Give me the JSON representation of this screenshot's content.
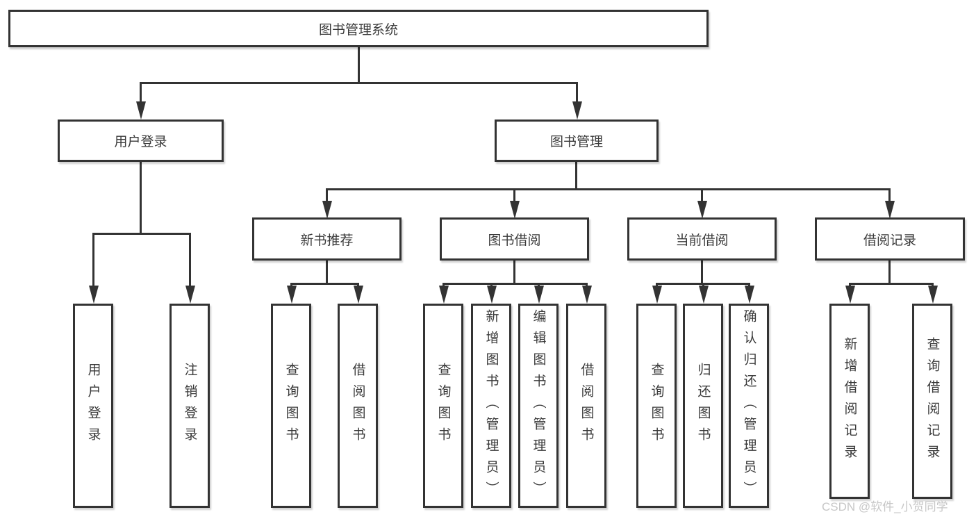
{
  "diagram": {
    "root": "图书管理系统",
    "branches": [
      {
        "label": "用户登录",
        "children": [
          "用户登录",
          "注销登录"
        ]
      },
      {
        "label": "图书管理",
        "sections": [
          {
            "label": "新书推荐",
            "children": [
              "查询图书",
              "借阅图书"
            ]
          },
          {
            "label": "图书借阅",
            "children": [
              "查询图书",
              "新增图书（管理员）",
              "编辑图书（管理员）",
              "借阅图书"
            ]
          },
          {
            "label": "当前借阅",
            "children": [
              "查询图书",
              "归还图书",
              "确认归还（管理员）"
            ]
          },
          {
            "label": "借阅记录",
            "children": [
              "新增借阅记录",
              "查询借阅记录"
            ]
          }
        ]
      }
    ]
  },
  "watermark": "CSDN @软件_小贺同学",
  "colors": {
    "line": "#333333",
    "text": "#3a3a3a",
    "bg": "#ffffff",
    "watermark": "#c7c7c7"
  }
}
